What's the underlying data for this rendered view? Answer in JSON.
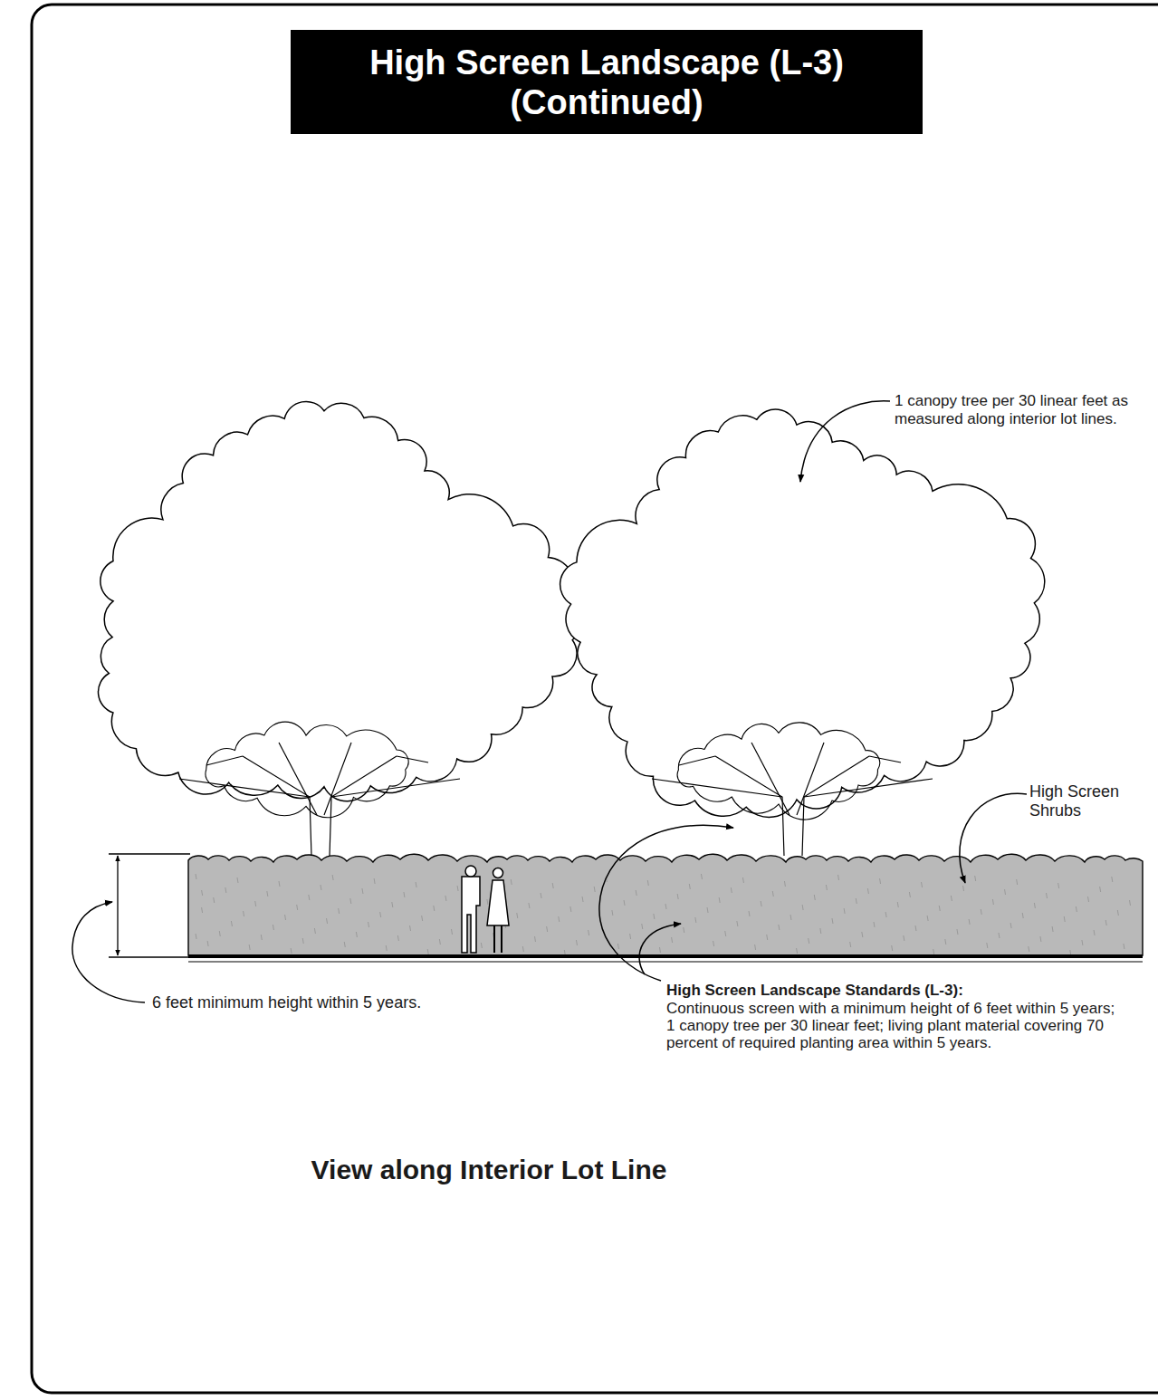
{
  "diagram": {
    "title": "High Screen Landscape (L-3) (Continued)",
    "labels": [
      "1 canopy tree per 30 linear feet as measured along interior lot lines.",
      "High Screen Shrubs",
      "6 feet minimum height within 5 years.",
      "High Screen Landscape Standards (L-3):",
      "Continuous screen with a minimum height of 6 feet within 5 years; 1 canopy tree per 30 linear feet; living plant material covering 70 percent of required planting area within 5 years.",
      "View along Interior Lot Line"
    ]
  }
}
